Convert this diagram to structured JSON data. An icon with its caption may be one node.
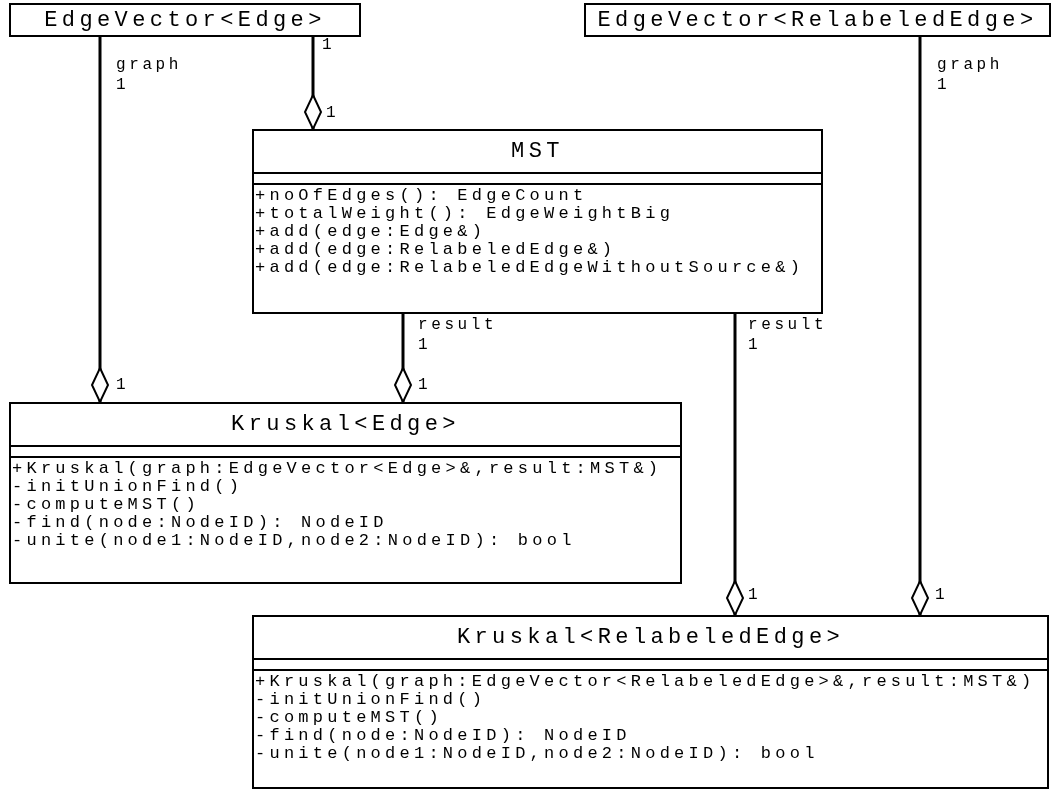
{
  "diagram": {
    "nodes": [
      {
        "text": [
          "EdgeVector<Edge>"
        ]
      },
      {
        "text": [
          "EdgeVector<RelabeledEdge>"
        ]
      },
      {
        "text": [
          "MST",
          "+noOfEdges(): EdgeCount",
          "+totalWeight(): EdgeWeightBig",
          "+add(edge:Edge&)",
          "+add(edge:RelabeledEdge&)",
          "+add(edge:RelabeledEdgeWithoutSource&)"
        ]
      },
      {
        "text": [
          "Kruskal<Edge>",
          "+Kruskal(graph:EdgeVector<Edge>&,result:MST&)",
          "-initUnionFind()",
          "-computeMST()",
          "-find(node:NodeID): NodeID",
          "-unite(node1:NodeID,node2:NodeID): bool"
        ]
      },
      {
        "text": [
          "Kruskal<RelabeledEdge>",
          "+Kruskal(graph:EdgeVector<RelabeledEdge>&,result:MST&)",
          "-initUnionFind()",
          "-computeMST()",
          "-find(node:NodeID): NodeID",
          "-unite(node1:NodeID,node2:NodeID): bool"
        ]
      }
    ],
    "edges": [
      {
        "from": 0,
        "to": 3,
        "arrow": "other"
      },
      {
        "from": 0,
        "to": 2,
        "arrow": "other"
      },
      {
        "from": 2,
        "to": 3,
        "arrow": "other"
      },
      {
        "from": 2,
        "to": 4,
        "arrow": "other"
      },
      {
        "from": 1,
        "to": 4,
        "arrow": "other"
      }
    ],
    "labels": [
      "graph",
      "1",
      "graph",
      "1",
      "1",
      "1",
      "result",
      "result",
      "1",
      "1",
      "1",
      "1",
      "1",
      "1"
    ]
  }
}
